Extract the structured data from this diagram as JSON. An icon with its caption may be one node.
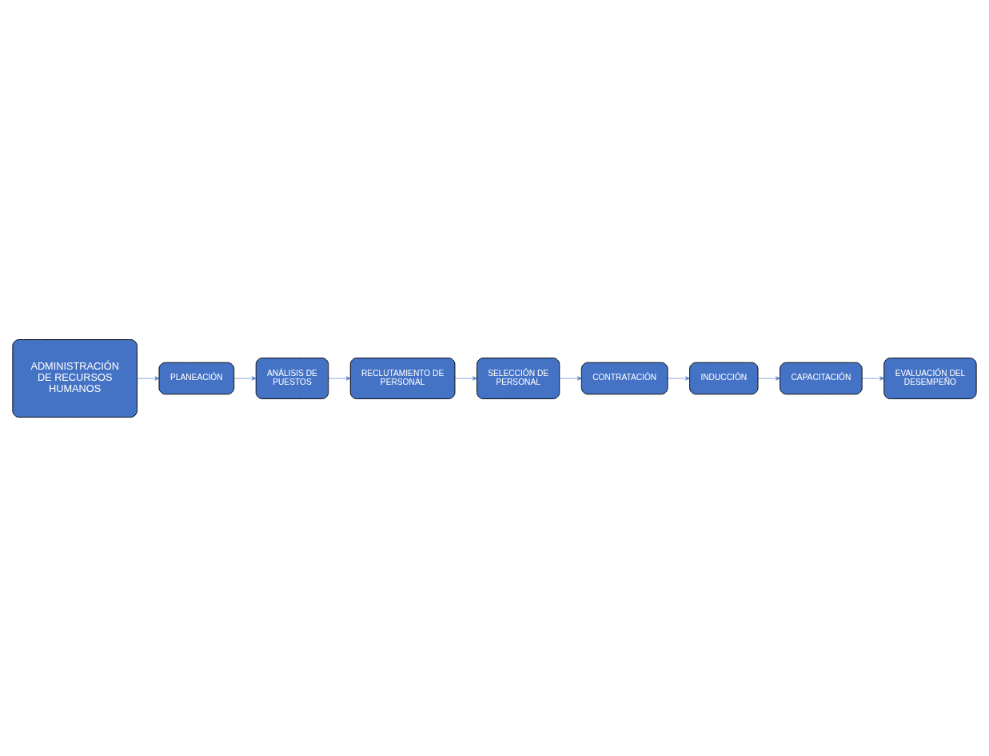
{
  "diagram": {
    "nodes": [
      {
        "text": [
          "ADMINISTRACIÓN DE RECURSOS HUMANOS"
        ]
      },
      {
        "text": [
          "PLANEACIÓN"
        ]
      },
      {
        "text": [
          "ANÁLISIS DE PUESTOS"
        ]
      },
      {
        "text": [
          "RECLUTAMIENTO DE PERSONAL"
        ]
      },
      {
        "text": [
          "SELECCIÓN DE PERSONAL"
        ]
      },
      {
        "text": [
          "CONTRATACIÓN"
        ]
      },
      {
        "text": [
          "INDUCCIÓN"
        ]
      },
      {
        "text": [
          "CAPACITACIÓN"
        ]
      },
      {
        "text": [
          "EVALUACIÓN DEL DESEMPEÑO"
        ]
      }
    ],
    "edges": [
      {
        "from": 0,
        "to": 1,
        "arrow": "to"
      },
      {
        "from": 1,
        "to": 2,
        "arrow": "to"
      },
      {
        "from": 2,
        "to": 3,
        "arrow": "to"
      },
      {
        "from": 3,
        "to": 4,
        "arrow": "to"
      },
      {
        "from": 4,
        "to": 5,
        "arrow": "to"
      },
      {
        "from": 5,
        "to": 6,
        "arrow": "to"
      },
      {
        "from": 6,
        "to": 7,
        "arrow": "to"
      },
      {
        "from": 7,
        "to": 8,
        "arrow": "to"
      }
    ]
  }
}
